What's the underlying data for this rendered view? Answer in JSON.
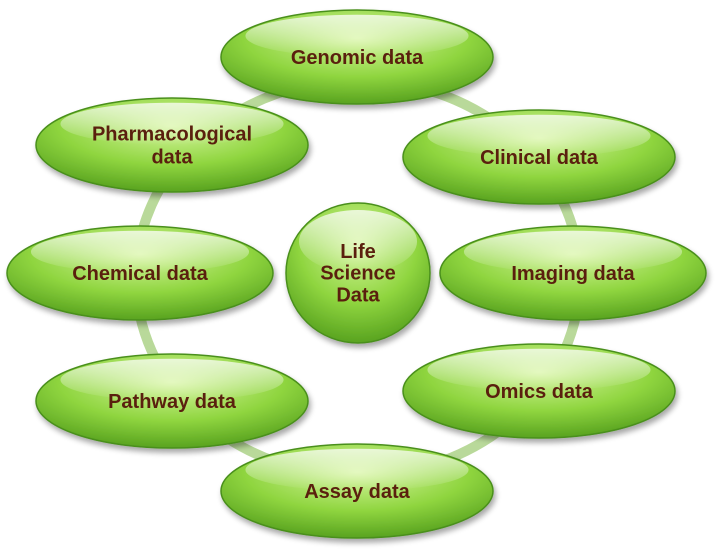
{
  "diagram": {
    "colors": {
      "node_light": "#d6f5a0",
      "node_mid": "#8fd53f",
      "node_dark": "#4f9a1a",
      "node_stroke": "#4a8f1c",
      "label": "#5a1f0e",
      "ring": "#b9d99a"
    },
    "center": {
      "lines": [
        "Life",
        "Science",
        "Data"
      ]
    },
    "nodes": [
      {
        "id": "genomic",
        "lines": [
          "Genomic data"
        ]
      },
      {
        "id": "clinical",
        "lines": [
          "Clinical data"
        ]
      },
      {
        "id": "imaging",
        "lines": [
          "Imaging data"
        ]
      },
      {
        "id": "omics",
        "lines": [
          "Omics data"
        ]
      },
      {
        "id": "assay",
        "lines": [
          "Assay data"
        ]
      },
      {
        "id": "pathway",
        "lines": [
          "Pathway data"
        ]
      },
      {
        "id": "chemical",
        "lines": [
          "Chemical data"
        ]
      },
      {
        "id": "pharmacological",
        "lines": [
          "Pharmacological",
          "data"
        ]
      }
    ]
  }
}
